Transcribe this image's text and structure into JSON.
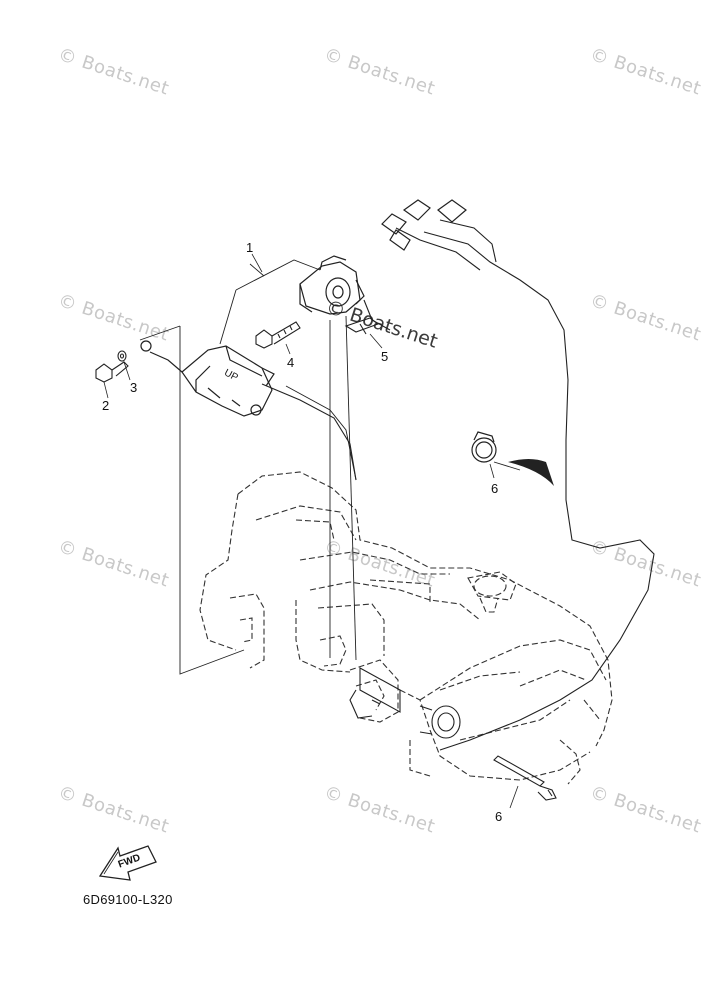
{
  "watermark": "© Boats.net",
  "overlay_watermark": "© Boats.net",
  "callouts": [
    "1",
    "2",
    "3",
    "4",
    "5",
    "6",
    "6"
  ],
  "fwd_label": "FWD",
  "up_label": "UP",
  "diagram_code": "6D69100-L320"
}
